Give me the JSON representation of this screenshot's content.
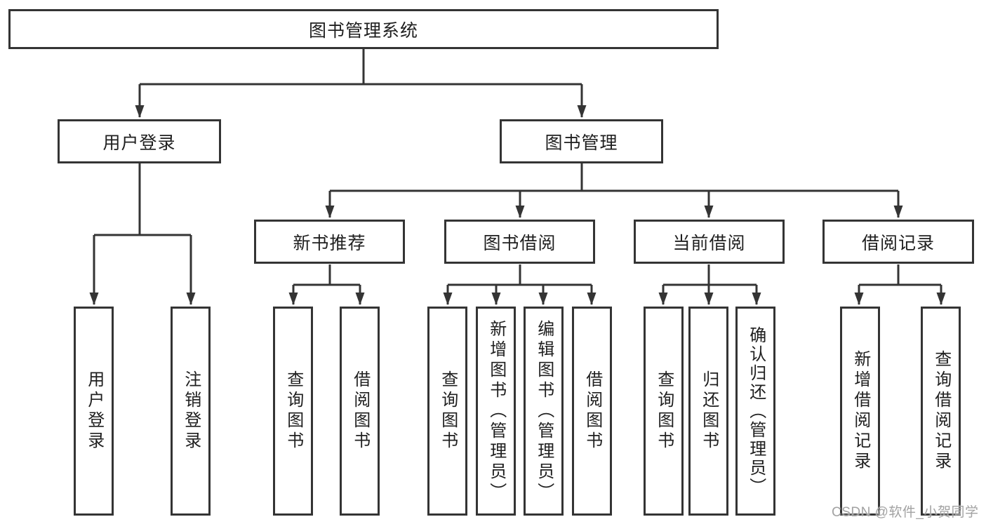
{
  "tree": {
    "label": "图书管理系统",
    "children": [
      {
        "label": "用户登录",
        "children": [
          {
            "label": "用户登录"
          },
          {
            "label": "注销登录"
          }
        ]
      },
      {
        "label": "图书管理",
        "children": [
          {
            "label": "新书推荐",
            "children": [
              {
                "label": "查询图书"
              },
              {
                "label": "借阅图书"
              }
            ]
          },
          {
            "label": "图书借阅",
            "children": [
              {
                "label": "查询图书"
              },
              {
                "label": "新增图书（管理员）"
              },
              {
                "label": "编辑图书（管理员）"
              },
              {
                "label": "借阅图书"
              }
            ]
          },
          {
            "label": "当前借阅",
            "children": [
              {
                "label": "查询图书"
              },
              {
                "label": "归还图书"
              },
              {
                "label": "确认归还（管理员）"
              }
            ]
          },
          {
            "label": "借阅记录",
            "children": [
              {
                "label": "新增借阅记录"
              },
              {
                "label": "查询借阅记录"
              }
            ]
          }
        ]
      }
    ]
  },
  "watermark": {
    "text": "CSDN @软件_小贺同学"
  },
  "colors": {
    "line": "#343434",
    "box_border": "#343434",
    "text": "#1f1f1f",
    "background": "#ffffff",
    "watermark": "#a2a2a2"
  }
}
